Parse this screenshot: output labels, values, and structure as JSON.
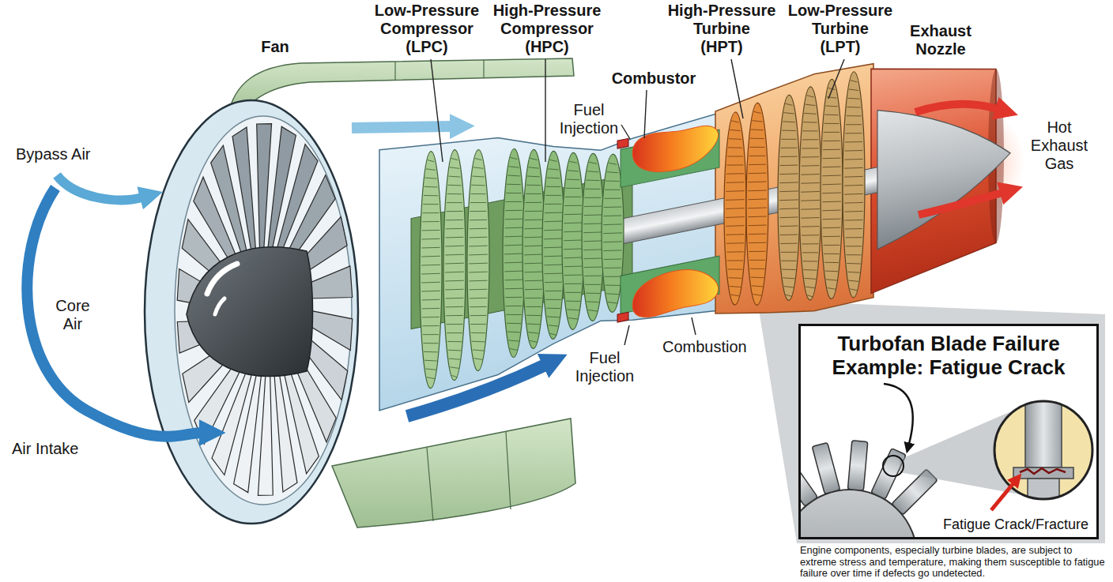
{
  "diagram": {
    "caption": "Engine components, especially turbine blades, are subject to extreme stress and temperature, making them susceptible to fatigue failure over time if defects go undetected.",
    "nodes": [
      {
        "text": [
          "Turbofan Blade Failure Example: Fatigue Crack",
          "Fatigue Crack/Fracture"
        ]
      }
    ],
    "labels": [
      "Fan",
      "Low-Pressure Compressor (LPC)",
      "High-Pressure Compressor (HPC)",
      "Combustor",
      "High-Pressure Turbine (HPT)",
      "Low-Pressure Turbine (LPT)",
      "Exhaust Nozzle",
      "Fuel Injection",
      "Fuel Injection",
      "Combustion",
      "Bypass Air",
      "Core Air",
      "Air Intake",
      "Hot Exhaust Gas"
    ]
  }
}
